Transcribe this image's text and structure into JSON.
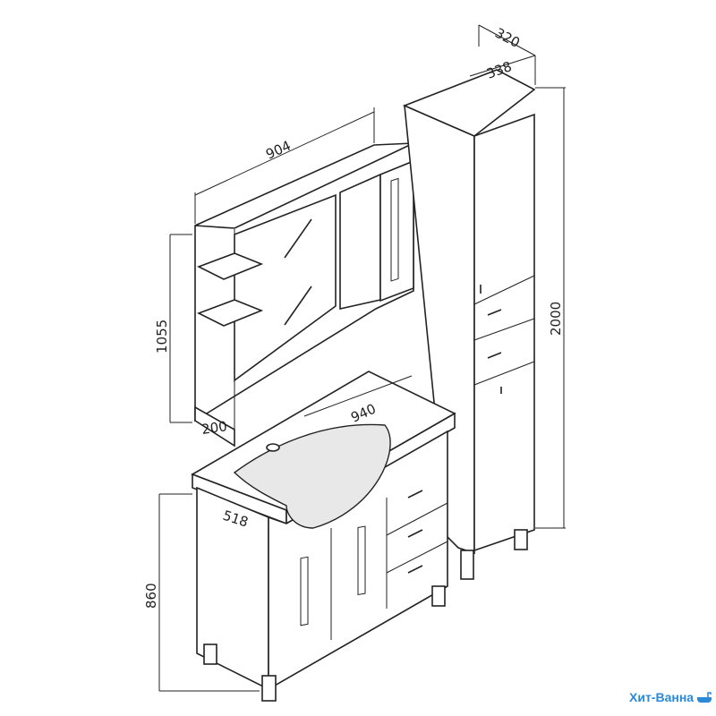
{
  "dimensions": {
    "mirror_width": "904",
    "mirror_height": "1055",
    "mirror_depth": "200",
    "vanity_width": "940",
    "vanity_depth": "518",
    "vanity_height": "860",
    "column_height": "2000",
    "column_width": "338",
    "column_depth": "320"
  },
  "watermark": "Хит-Ванна",
  "colors": {
    "line": "#222222",
    "watermark": "#2a8ad8"
  }
}
